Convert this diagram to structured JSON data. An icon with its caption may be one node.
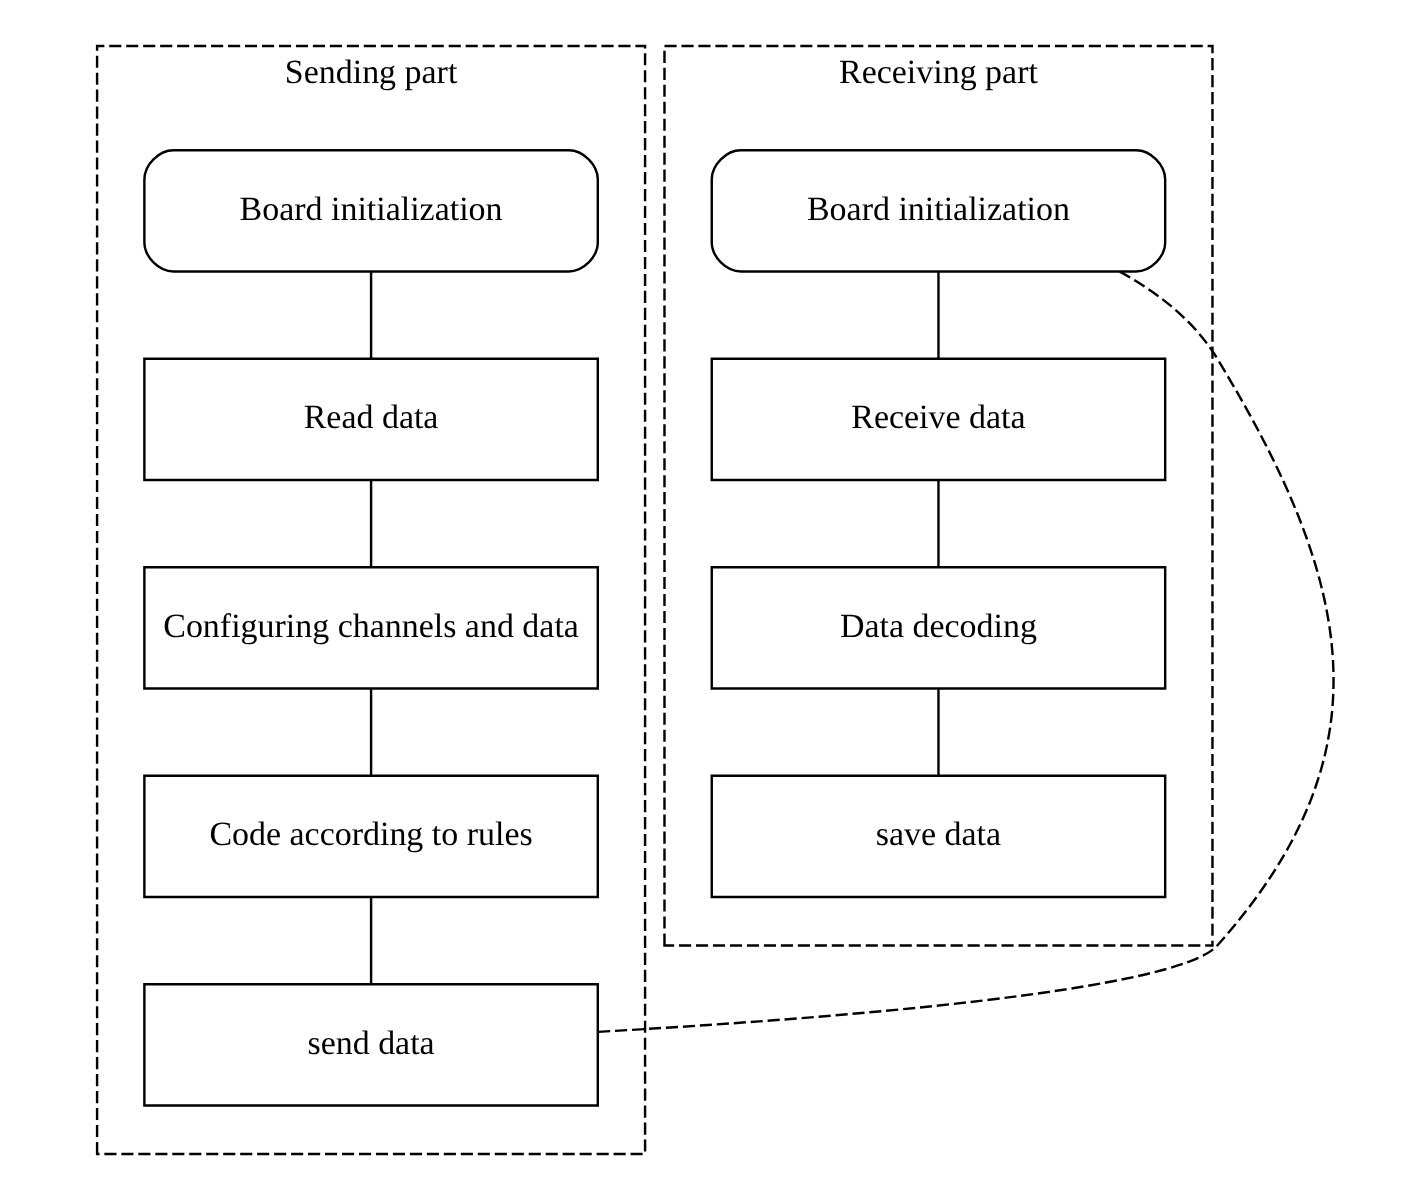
{
  "diagram": {
    "nodes": [
      {
        "text": [
          "Sending part"
        ]
      },
      {
        "text": [
          "Board initialization"
        ],
        "in": 0
      },
      {
        "text": [
          "Read data"
        ],
        "in": 0
      },
      {
        "text": [
          "Configuring channels and data"
        ],
        "in": 0
      },
      {
        "text": [
          "Code according to rules"
        ],
        "in": 0
      },
      {
        "text": [
          "send data"
        ],
        "in": 0
      },
      {
        "text": [
          "Receiving part"
        ]
      },
      {
        "text": [
          "Board initialization"
        ],
        "in": 6
      },
      {
        "text": [
          "Receive data"
        ],
        "in": 6
      },
      {
        "text": [
          "Data decoding"
        ],
        "in": 6
      },
      {
        "text": [
          "save data"
        ],
        "in": 6
      }
    ],
    "edges": [
      {
        "from": 1,
        "to": 2,
        "arrow": "none"
      },
      {
        "from": 2,
        "to": 3,
        "arrow": "none"
      },
      {
        "from": 3,
        "to": 4,
        "arrow": "none"
      },
      {
        "from": 4,
        "to": 5,
        "arrow": "none"
      },
      {
        "from": 7,
        "to": 8,
        "arrow": "none"
      },
      {
        "from": 8,
        "to": 9,
        "arrow": "none"
      },
      {
        "from": 9,
        "to": 10,
        "arrow": "none"
      },
      {
        "from": 5,
        "to": 7,
        "arrow": "none",
        "style": "dashed"
      }
    ]
  }
}
